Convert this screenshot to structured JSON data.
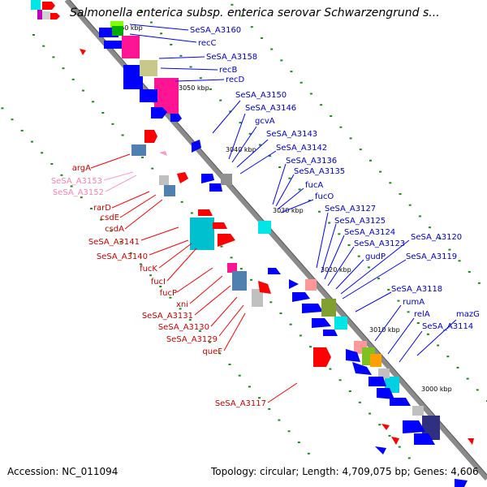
{
  "title": "Salmonella enterica subsp. enterica serovar Schwarzengrund s...",
  "footer": {
    "accession": "Accession: NC_011094",
    "summary": "Topology: circular; Length: 4,709,075 bp; Genes: 4,606"
  },
  "colors": {
    "backbone": "#8a8a8a",
    "forward_gene": "#ff0000",
    "reverse_gene": "#0000ff",
    "rna_gene": "#ff99cc",
    "dots": "#1a8a1a"
  },
  "ticks": [
    "3060 kbp",
    "3050 kbp",
    "3040 kbp",
    "3030 kbp",
    "3020 kbp",
    "3010 kbp",
    "3000 kbp"
  ],
  "blue_labels": [
    "SeSA_A3160",
    "recC",
    "SeSA_A3158",
    "recB",
    "recD",
    "SeSA_A3150",
    "SeSA_A3146",
    "gcvA",
    "SeSA_A3143",
    "SeSA_A3142",
    "SeSA_A3136",
    "SeSA_A3135",
    "fucA",
    "fucO",
    "SeSA_A3127",
    "SeSA_A3125",
    "SeSA_A3124",
    "SeSA_A3123",
    "SeSA_A3120",
    "gudP",
    "SeSA_A3119",
    "SeSA_A3118",
    "rumA",
    "relA",
    "mazG",
    "SeSA_A3114"
  ],
  "red_labels": [
    "argA",
    "rarD",
    "csdE",
    "csdA",
    "SeSA_A3141",
    "SeSA_A3140",
    "fucK",
    "fucI",
    "fucP",
    "xni",
    "SeSA_A3131",
    "SeSA_A3130",
    "SeSA_A3129",
    "queF",
    "SeSA_A3117"
  ],
  "pink_labels": [
    "SeSA_A3153",
    "SeSA_A3152"
  ]
}
